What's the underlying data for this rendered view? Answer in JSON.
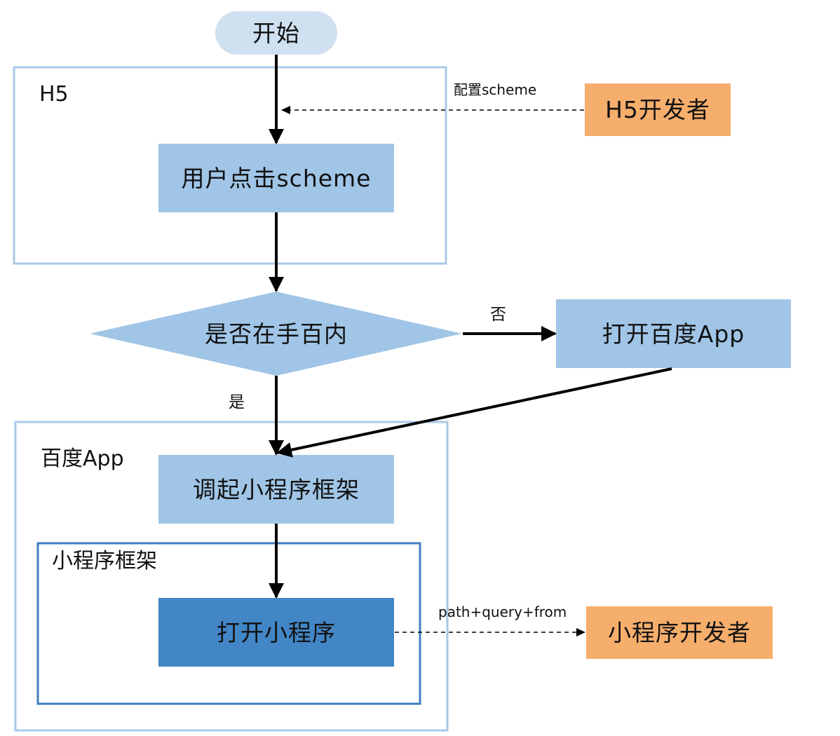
{
  "diagram": {
    "nodes": {
      "start": {
        "label": "开始",
        "fill": "#cfe0f0"
      },
      "user_click": {
        "label": "用户点击scheme",
        "fill": "#a0c5e6"
      },
      "decision": {
        "label": "是否在手百内",
        "fill": "#a0c5e6"
      },
      "open_baidu": {
        "label": "打开百度App",
        "fill": "#a0c5e6"
      },
      "invoke_framework": {
        "label": "调起小程序框架",
        "fill": "#a0c5e6"
      },
      "open_mini": {
        "label": "打开小程序",
        "fill": "#4286c6"
      },
      "h5_developer": {
        "label": "H5开发者",
        "fill": "#f6ae6c"
      },
      "mini_developer": {
        "label": "小程序开发者",
        "fill": "#f6ae6c"
      }
    },
    "containers": {
      "h5": {
        "title": "H5",
        "border": "#a8c8e8"
      },
      "baidu_app": {
        "title": "百度App",
        "border": "#a8c8e8"
      },
      "mini_framework": {
        "title": "小程序框架",
        "border": "#3f7fbf"
      }
    },
    "edges": {
      "config_scheme": {
        "label": "配置scheme"
      },
      "no_branch": {
        "label": "否"
      },
      "yes_branch": {
        "label": "是"
      },
      "path_query": {
        "label": "path+query+from"
      }
    }
  }
}
